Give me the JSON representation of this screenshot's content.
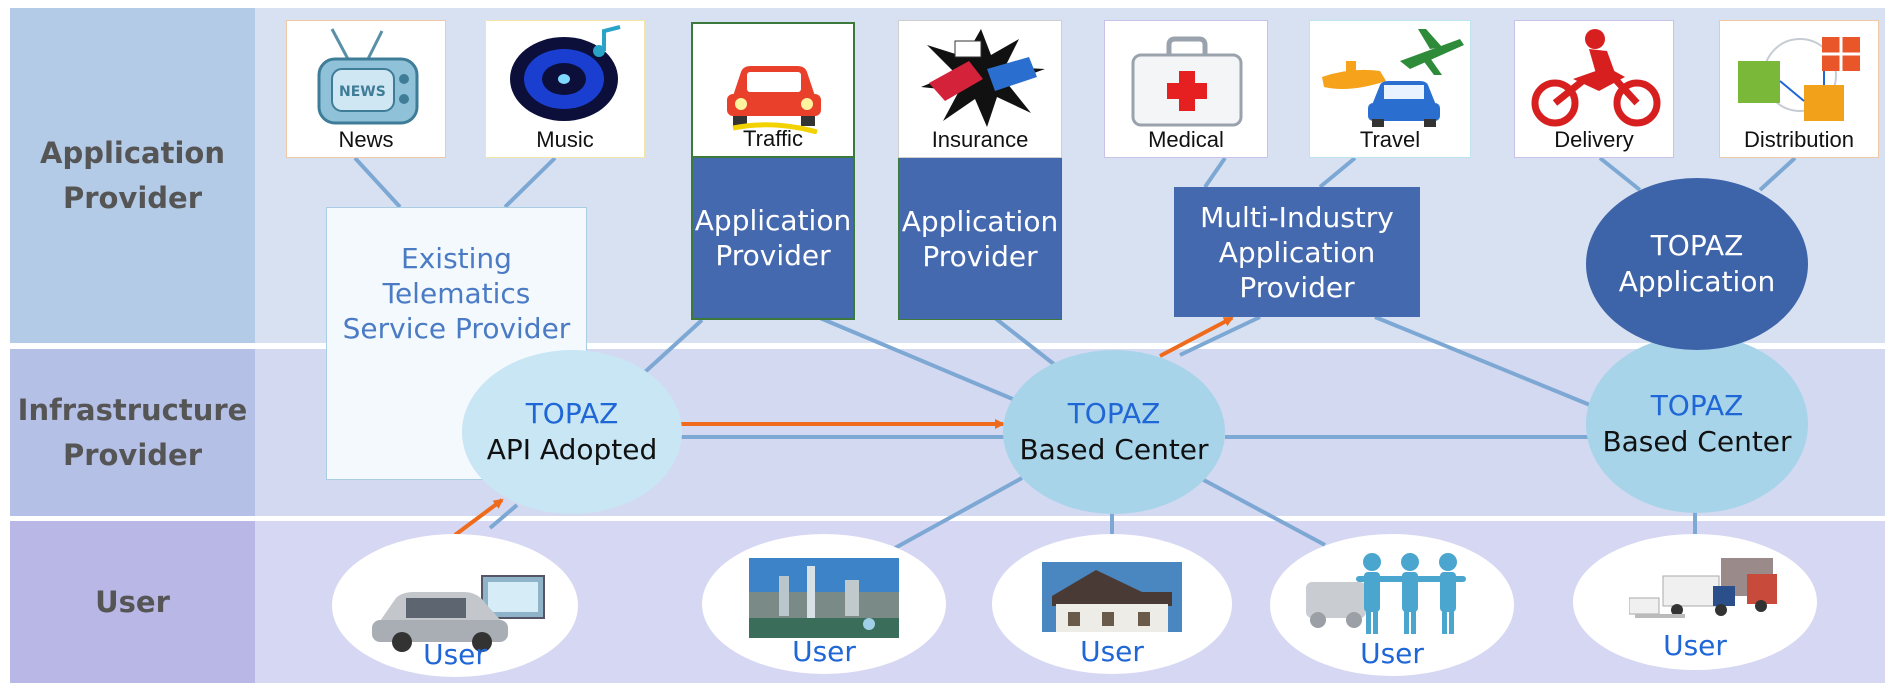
{
  "bands": {
    "application": {
      "label_line1": "Application",
      "label_line2": "Provider",
      "color": "#d7e1f2",
      "label_color": "#b3cbe6"
    },
    "infrastructure": {
      "label_line1": "Infrastructure",
      "label_line2": "Provider",
      "color": "#d3d9f0",
      "label_color": "#b5c0e6"
    },
    "user": {
      "label": "User",
      "color": "#d6d7f2",
      "label_color": "#b9b7e6"
    }
  },
  "apps": [
    {
      "label": "News",
      "icon": "tv-news-icon"
    },
    {
      "label": "Music",
      "icon": "music-disc-icon"
    },
    {
      "label": "Traffic",
      "icon": "car-icon"
    },
    {
      "label": "Insurance",
      "icon": "car-crash-icon"
    },
    {
      "label": "Medical",
      "icon": "first-aid-kit-icon"
    },
    {
      "label": "Travel",
      "icon": "travel-icon"
    },
    {
      "label": "Delivery",
      "icon": "motorcycle-icon"
    },
    {
      "label": "Distribution",
      "icon": "packages-icon"
    }
  ],
  "providers": {
    "existing": {
      "line1": "Existing",
      "line2": "Telematics",
      "line3": "Service Provider"
    },
    "app1": {
      "line1": "Application",
      "line2": "Provider"
    },
    "app2": {
      "line1": "Application",
      "line2": "Provider"
    },
    "multi": {
      "line1": "Multi-Industry",
      "line2": "Application",
      "line3": "Provider"
    },
    "topaz_app": {
      "line1": "TOPAZ",
      "line2": "Application"
    }
  },
  "centers": {
    "api": {
      "line1": "TOPAZ",
      "line2": "API Adopted"
    },
    "center1": {
      "line1": "TOPAZ",
      "line2": "Based Center"
    },
    "center2": {
      "line1": "TOPAZ",
      "line2": "Based Center"
    }
  },
  "users": [
    {
      "label": "User",
      "icon": "car-computer-icon"
    },
    {
      "label": "User",
      "icon": "city-icon"
    },
    {
      "label": "User",
      "icon": "house-icon"
    },
    {
      "label": "User",
      "icon": "people-icon"
    },
    {
      "label": "User",
      "icon": "trucks-icon"
    }
  ],
  "colors": {
    "line": "#7ea8d4",
    "arrow": "#ef6a1a",
    "box_blue": "#4569ae",
    "ellipse_fill": "#a8d4ea",
    "topaz_text": "#1f66d6"
  }
}
